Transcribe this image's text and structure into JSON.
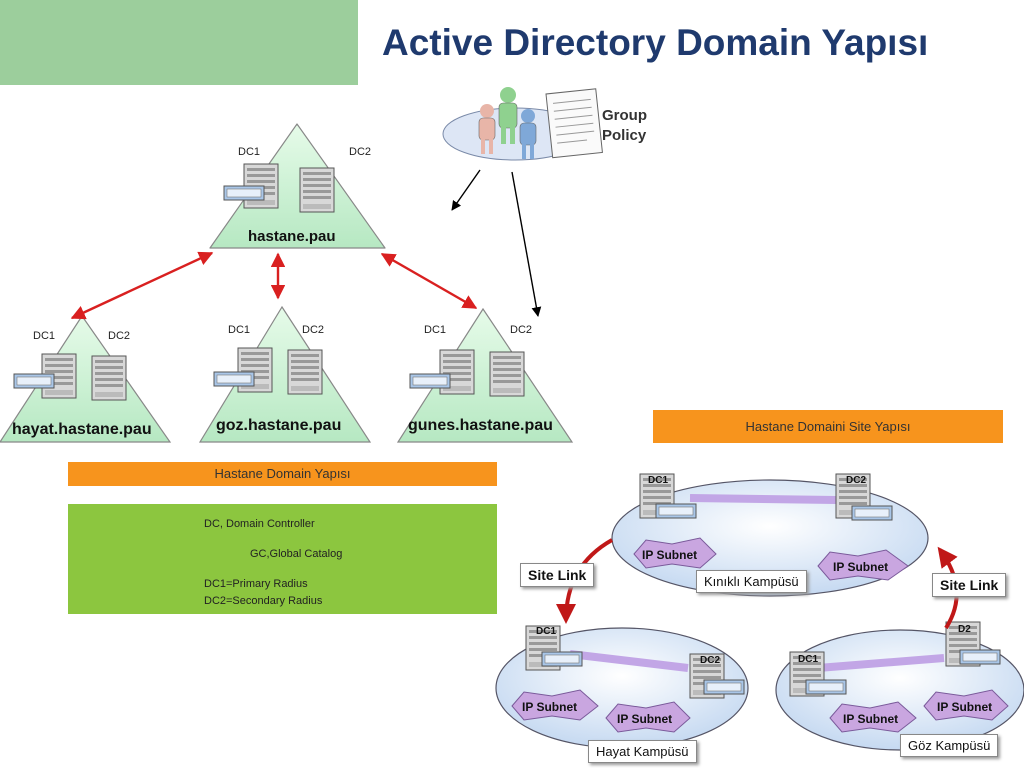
{
  "title": "Active Directory Domain Yapısı",
  "group_policy": "Group\nPolicy",
  "root": {
    "name": "hastane.pau",
    "dc1": "DC1",
    "dc2": "DC2"
  },
  "children": [
    {
      "name": "hayat.hastane.pau",
      "dc1": "DC1",
      "dc2": "DC2"
    },
    {
      "name": "goz.hastane.pau",
      "dc1": "DC1",
      "dc2": "DC2"
    },
    {
      "name": "gunes.hastane.pau",
      "dc1": "DC1",
      "dc2": "DC2"
    }
  ],
  "domain_panel": {
    "header": "Hastane Domain Yapısı",
    "legend": [
      "DC, Domain Controller",
      "GC,Global Catalog",
      "DC1=Primary Radius",
      "DC2=Secondary Radius"
    ]
  },
  "site_panel": {
    "header": "Hastane Domaini Site Yapısı",
    "site_link": "Site Link",
    "ip_subnet": "IP Subnet",
    "campuses": [
      {
        "name": "Kınıklı Kampüsü",
        "servers": [
          "DC1",
          "DC2"
        ]
      },
      {
        "name": "Hayat Kampüsü",
        "servers": [
          "DC1",
          "DC2"
        ]
      },
      {
        "name": "Göz Kampüsü",
        "servers": [
          "DC1",
          "D2"
        ]
      }
    ]
  },
  "colors": {
    "title": "#1f3a6e",
    "triangle": "#c8f0d2",
    "arrow_red": "#d92020",
    "orange_bar": "#f7941d",
    "legend_green": "#8cc63f",
    "ellipse": "#cfe0f4",
    "ip_star": "#c9a6e0"
  }
}
